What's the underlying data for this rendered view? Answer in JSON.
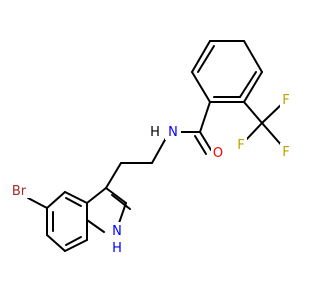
{
  "structure": {
    "atoms": [
      {
        "id": "Br",
        "text": "Br",
        "color": "#a52a2a"
      },
      {
        "id": "N_indole",
        "text": "N",
        "color": "#0000ff"
      },
      {
        "id": "H_indole",
        "text": "H",
        "color": "#0000ff"
      },
      {
        "id": "N_amide",
        "text": "N",
        "color": "#0000ff"
      },
      {
        "id": "H_amide",
        "text": "H",
        "color": "#000000"
      },
      {
        "id": "O",
        "text": "O",
        "color": "#ff0000"
      },
      {
        "id": "F1",
        "text": "F",
        "color": "#bfa000"
      },
      {
        "id": "F2",
        "text": "F",
        "color": "#bfa000"
      },
      {
        "id": "F3",
        "text": "F",
        "color": "#bfa000"
      }
    ]
  }
}
